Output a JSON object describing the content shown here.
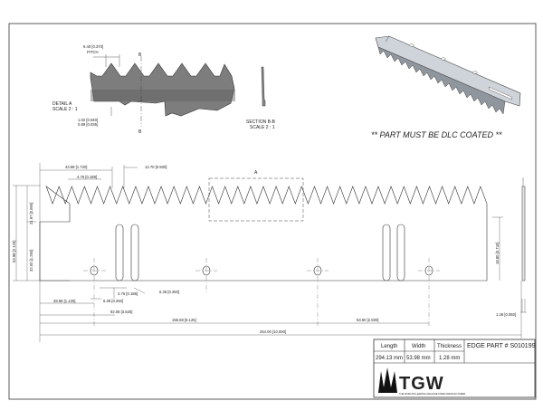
{
  "detail_a": {
    "pitch_dim": "9.40 [0.370]",
    "pitch_label": "PITCH",
    "section_marker": "B",
    "title": "DETAIL  A",
    "scale": "SCALE 2 : 1",
    "tol_upper": "1.02 [0.040]",
    "tol_lower": "0.89 [0.035]"
  },
  "section_b": {
    "title": "SECTION B-B",
    "scale": "SCALE 2 : 1"
  },
  "coating_note": "** PART MUST BE DLC COATED **",
  "main_view": {
    "dims": {
      "d_43_69": "43.69 [1.720]",
      "d_12_70": "12.70 [0.500]",
      "d_4_76_top": "4.76 [0.188]",
      "detail_label": "A",
      "d_21_97": "21.97 [0.865]",
      "d_53_98": "53.98 [2.125]",
      "d_32_00": "32.00 [1.260]",
      "d_18_80": "18.80 [0.740]",
      "d_4_76_bot": "4.76 [0.188]",
      "d_6_35_a": "6.35 [0.250]",
      "d_6_35_b": "6.35 [0.250]",
      "d_28_58": "28.58 [1.125]",
      "d_92_08": "92.08 [3.625]",
      "d_155_58": "155.58 [6.125]",
      "d_63_50": "63.50 [2.500]",
      "d_254_00": "254.00 [10.000]",
      "d_1_28": "1.28 [0.050]"
    }
  },
  "title_block": {
    "length_label": "Length",
    "width_label": "Width",
    "thickness_label": "Thickness",
    "length_value": "294.13 mm",
    "width_value": "53.98 mm",
    "thickness_value": "1.28 mm",
    "part_number": "EDGE PART # S010199",
    "logo_text": "TGW",
    "logo_tagline": "THE WORLD'S LEADING MACHINE KNIFE MANUFACTURER"
  }
}
